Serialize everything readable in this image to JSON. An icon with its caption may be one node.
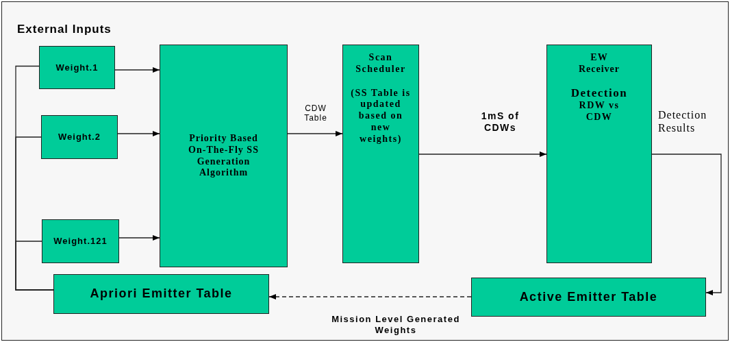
{
  "diagram": {
    "title": "External Inputs",
    "nodes": [
      {
        "text": [
          "Weight.1"
        ]
      },
      {
        "text": [
          "Weight.2"
        ]
      },
      {
        "text": [
          "Weight.121"
        ]
      },
      {
        "text": [
          "Priority Based On-The-Fly SS Generation Algorithm"
        ]
      },
      {
        "text": [
          "Scan Scheduler",
          "(SS Table is updated based on new weights)"
        ]
      },
      {
        "text": [
          "EW Receiver",
          "Detection",
          "RDW vs CDW"
        ]
      },
      {
        "text": [
          "Apriori Emitter Table"
        ]
      },
      {
        "text": [
          "Active Emitter Table"
        ]
      }
    ],
    "edges": [
      {
        "from": 0,
        "to": 3,
        "arrow": "to"
      },
      {
        "from": 1,
        "to": 3,
        "arrow": "to"
      },
      {
        "from": 2,
        "to": 3,
        "arrow": "to"
      },
      {
        "from": 3,
        "to": 4,
        "arrow": "to",
        "label": "CDW Table"
      },
      {
        "from": 4,
        "to": 5,
        "arrow": "to",
        "label": "1mS of CDWs"
      },
      {
        "from": 5,
        "to": 7,
        "arrow": "to",
        "label": "Detection Results"
      },
      {
        "from": 7,
        "to": 6,
        "arrow": "to",
        "label": "Mission Level Generated Weights",
        "style": "dashed"
      },
      {
        "from": 6,
        "to": 0,
        "arrow": "none"
      },
      {
        "from": 6,
        "to": 1,
        "arrow": "none"
      },
      {
        "from": 6,
        "to": 2,
        "arrow": "none"
      }
    ]
  }
}
